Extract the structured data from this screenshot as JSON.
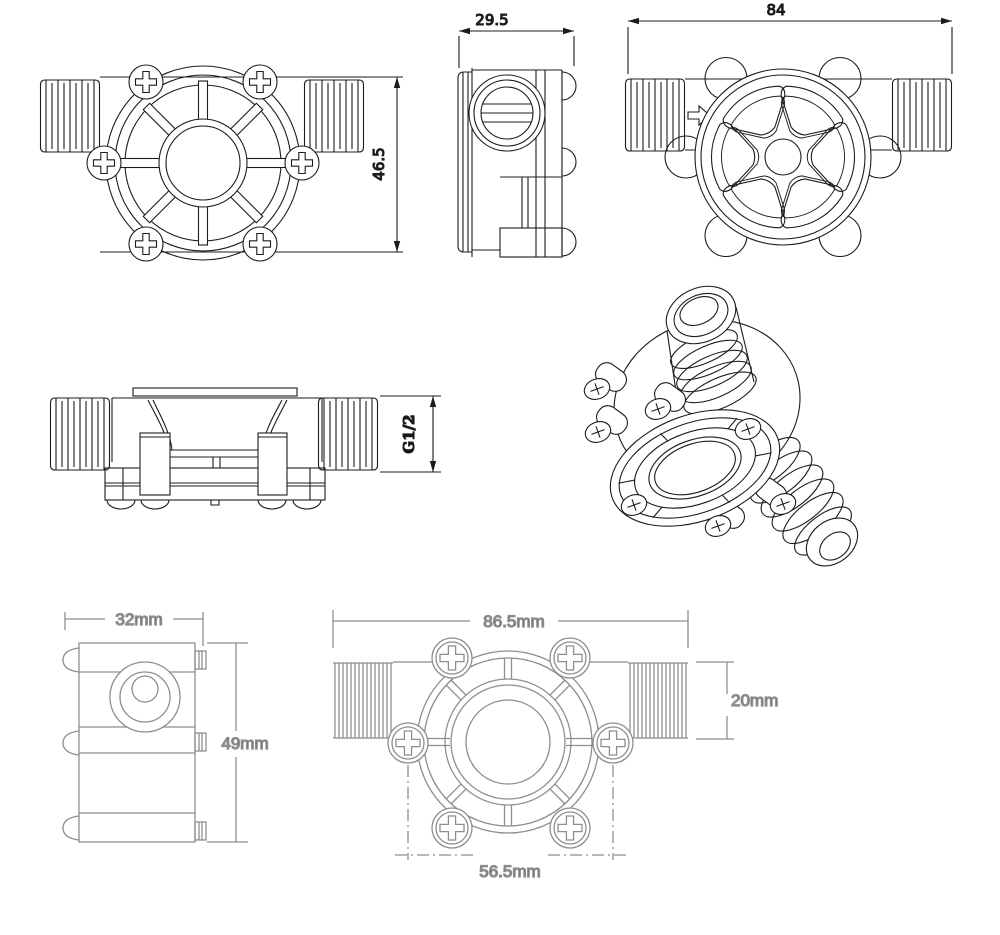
{
  "sheet": {
    "background": "#ffffff",
    "primary_line_color": "#1c1c1c",
    "secondary_line_color": "#8e8e8e"
  },
  "views": {
    "front": {
      "height_dim": "46.5"
    },
    "side": {
      "width_dim": "29.5"
    },
    "back": {
      "width_dim": "84",
      "flow_arrow_icon": "arrow-right"
    },
    "plan": {
      "thread_size_dim": "G1/2"
    },
    "detail_side": {
      "width_dim": "32mm",
      "height_dim": "49mm"
    },
    "detail_front": {
      "width_dim": "86.5mm",
      "port_height_dim": "20mm",
      "bolt_spacing_dim": "56.5mm"
    }
  }
}
